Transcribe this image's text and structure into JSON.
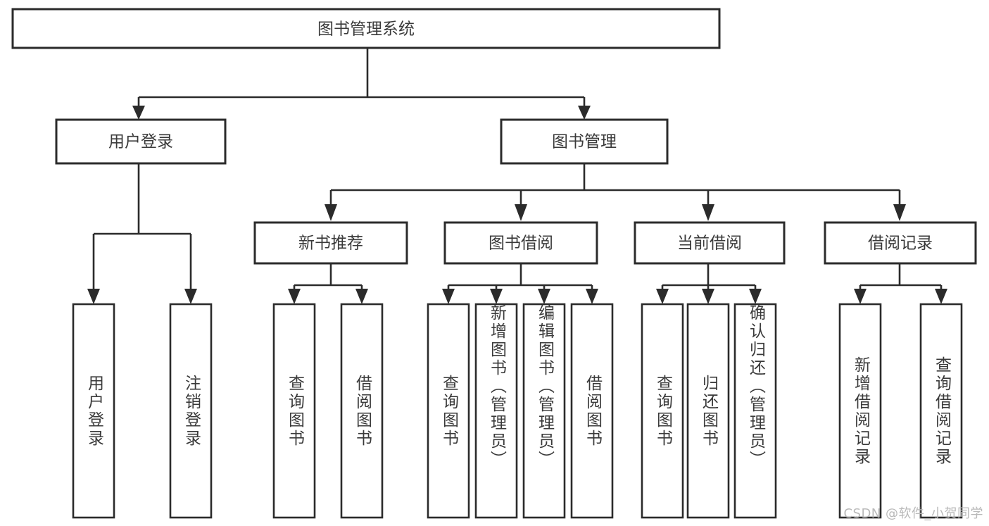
{
  "diagram": {
    "type": "tree",
    "title": "图书管理系统",
    "watermark": "CSDN @软件_小贺同学",
    "colors": {
      "stroke": "#2b2b2b",
      "fill": "#ffffff",
      "text": "#3a3a3a",
      "watermark": "#b9b9b9",
      "background": "#ffffff"
    },
    "root": {
      "label": "图书管理系统"
    },
    "level2": [
      {
        "label": "用户登录"
      },
      {
        "label": "图书管理"
      }
    ],
    "level3": [
      {
        "label": "新书推荐"
      },
      {
        "label": "图书借阅"
      },
      {
        "label": "当前借阅"
      },
      {
        "label": "借阅记录"
      }
    ],
    "leaves": {
      "user_login": [
        {
          "label": "用户登录"
        },
        {
          "label": "注销登录"
        }
      ],
      "new_book": [
        {
          "label": "查询图书"
        },
        {
          "label": "借阅图书"
        }
      ],
      "borrow": [
        {
          "label": "查询图书"
        },
        {
          "label": "新增图书（管理员）"
        },
        {
          "label": "编辑图书（管理员）"
        },
        {
          "label": "借阅图书"
        }
      ],
      "current": [
        {
          "label": "查询图书"
        },
        {
          "label": "归还图书"
        },
        {
          "label": "确认归还（管理员）"
        }
      ],
      "records": [
        {
          "label": "新增借阅记录"
        },
        {
          "label": "查询借阅记录"
        }
      ]
    }
  }
}
